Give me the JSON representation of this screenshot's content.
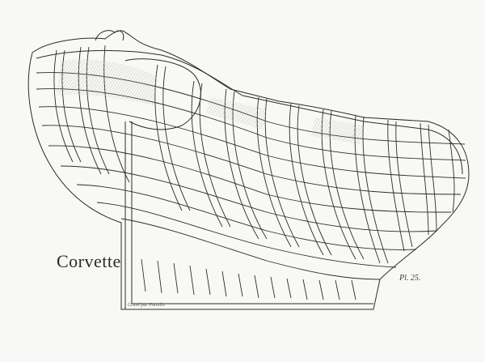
{
  "caption": "Corvette",
  "plate_number": "Pl. 25.",
  "engraver_note": "Gravé par Potrelin",
  "colors": {
    "paper": "#f8f8f6",
    "ink": "#2a2a2a",
    "hatch": "#9a9a9a"
  }
}
